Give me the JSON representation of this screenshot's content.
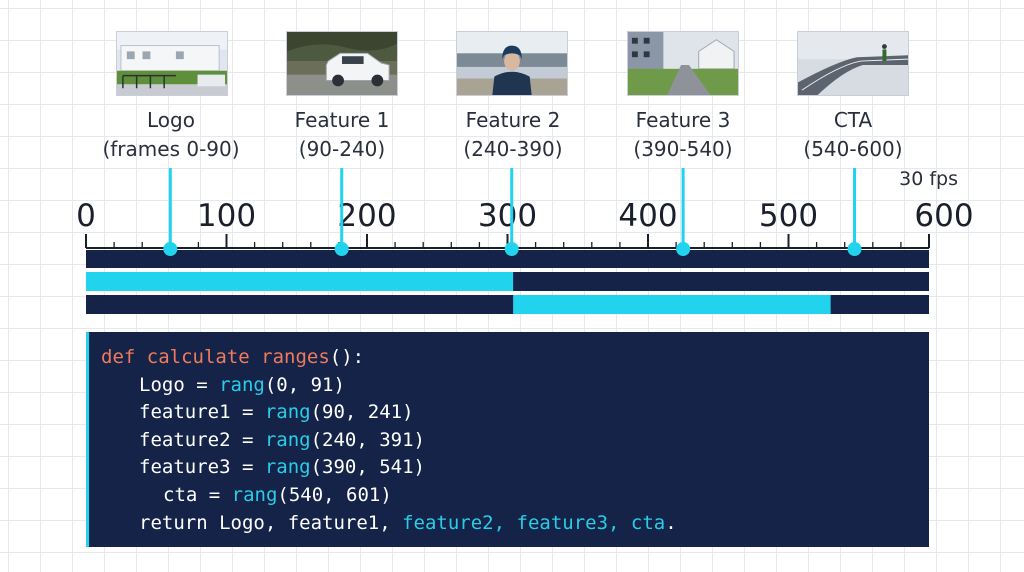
{
  "segments": [
    {
      "name": "Logo",
      "range": "(frames 0-90)",
      "start": 0,
      "end": 90,
      "thumb_icon": "building-photo"
    },
    {
      "name": "Feature 1",
      "range": "(90-240)",
      "start": 90,
      "end": 240,
      "thumb_icon": "car-photo"
    },
    {
      "name": "Feature 2",
      "range": "(240-390)",
      "start": 240,
      "end": 390,
      "thumb_icon": "person-photo"
    },
    {
      "name": "Feature 3",
      "range": "(390-540)",
      "start": 390,
      "end": 540,
      "thumb_icon": "street-photo"
    },
    {
      "name": "CTA",
      "range": "(540-600)",
      "start": 540,
      "end": 600,
      "thumb_icon": "road-photo"
    }
  ],
  "fps_label": "30 fps",
  "axis": {
    "min": 0,
    "max": 600,
    "ticks": [
      "0",
      "100",
      "200",
      "300",
      "400",
      "500",
      "600"
    ],
    "tick_values": [
      0,
      100,
      200,
      300,
      400,
      500,
      600
    ],
    "minor_step": 20
  },
  "markers": [
    60,
    182,
    303,
    425,
    547
  ],
  "bars": [
    {
      "start": 0,
      "end": 304
    },
    {
      "start": 304,
      "end": 530
    }
  ],
  "colors": {
    "navy": "#142347",
    "cyan": "#22d3ee",
    "keyword": "#f07a5c",
    "function": "#29cde8"
  },
  "code": {
    "def_kw": "def ",
    "def_name": "calculate ranges",
    "def_tail": "():",
    "lines": [
      {
        "var": "Logo = ",
        "fn": "rang",
        "args": "(0, 91)"
      },
      {
        "var": "feature1 = ",
        "fn": "rang",
        "args": "(90, 241)"
      },
      {
        "var": "feature2 = ",
        "fn": "rang",
        "args": "(240, 391)"
      },
      {
        "var": "feature3 = ",
        "fn": "rang",
        "args": "(390, 541)"
      },
      {
        "var": "cta = ",
        "fn": "rang",
        "args": "(540, 601)"
      }
    ],
    "return_plain": "return Logo, feature1, ",
    "return_highlight": "feature2, feature3, cta",
    "return_end": "."
  }
}
